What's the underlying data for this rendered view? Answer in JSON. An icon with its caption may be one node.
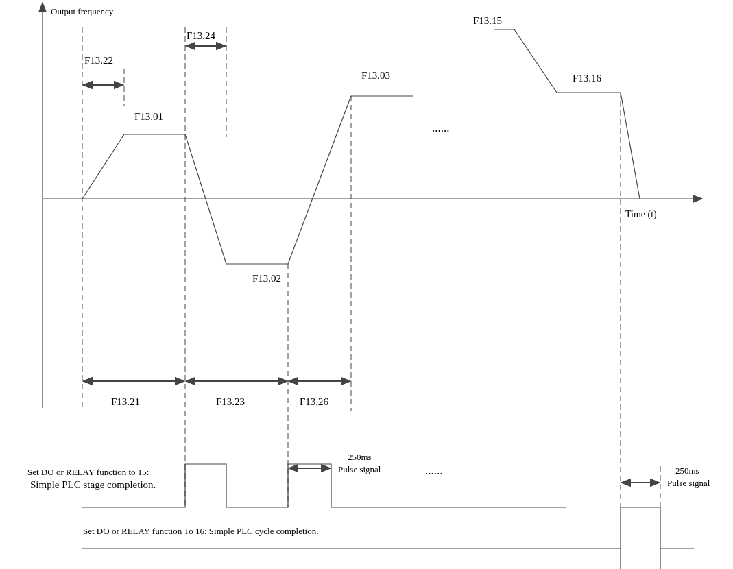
{
  "diagram": {
    "labels": [
      "Output frequency",
      "F13.15",
      "F13.24",
      "F13.22",
      "F13.03",
      "F13.16",
      "F13.01",
      "......",
      "Time (t)",
      "F13.02",
      "F13.21",
      "F13.23",
      "F13.26",
      "250ms",
      "Pulse signal",
      "Set DO or RELAY function to 15:",
      "Simple PLC stage completion.",
      "......",
      "250ms",
      "Pulse signal",
      "Set DO or RELAY function To 16: Simple PLC cycle completion."
    ]
  }
}
